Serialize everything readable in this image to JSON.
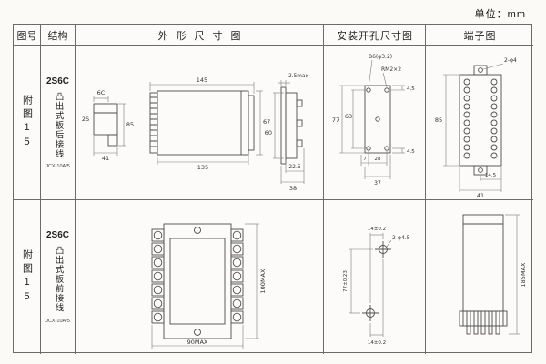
{
  "page": {
    "unit_label": "单位：mm"
  },
  "headers": {
    "fig_no": "图号",
    "structure": "结构",
    "outline": "外形尺寸图",
    "mounting": "安装开孔尺寸图",
    "terminal": "端子图"
  },
  "row1": {
    "fig_no": "附图15",
    "model": "2S6C",
    "structure_text": "凸出式板后接线",
    "type_code": "JCX-10A/5",
    "outline": {
      "side_top": "6C",
      "side_left": "2S",
      "side_height": "85",
      "side_width": "41",
      "front_top": "145",
      "front_bottom": "135",
      "front_height": "67",
      "gap": "2.5max",
      "depth_height": "60",
      "depth_w1": "22.5",
      "depth_w2": "38"
    },
    "mounting": {
      "hole_label": "B6(φ3.2)",
      "screw_label": "RM2×2",
      "top_offset": "4.5",
      "h_total": "77",
      "h_inner": "63",
      "offset_left": "7",
      "w_inner": "28",
      "w_total": "37",
      "bottom_offset": "4.5"
    },
    "terminal": {
      "hole_label": "2-φ4",
      "height": "85",
      "half_width": "14.5",
      "width": "41"
    }
  },
  "row2": {
    "fig_no": "附图15",
    "model": "2S6C",
    "structure_text": "凸出式板前接线",
    "type_code": "JCX-10A/5",
    "outline": {
      "width": "90MAX",
      "height": "100MAX"
    },
    "mounting": {
      "top": "14±0.2",
      "hole_label": "2-φ4.5",
      "vertical": "77±0.23",
      "bottom": "14±0.2"
    },
    "terminal": {
      "height": "185MAX"
    }
  }
}
